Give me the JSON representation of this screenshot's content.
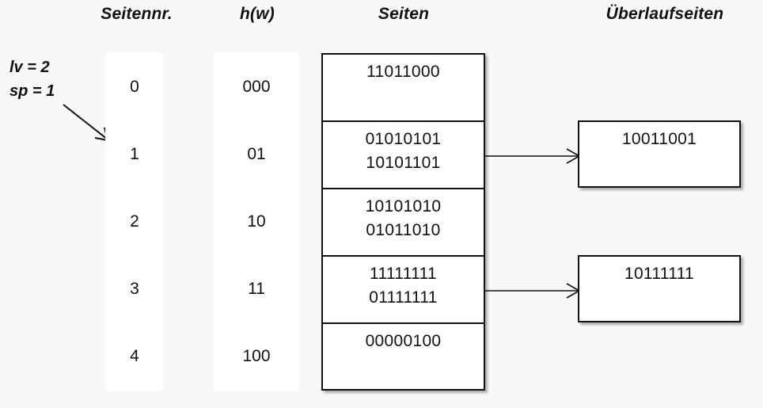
{
  "headers": {
    "seitennr": "Seitennr.",
    "hw": "h(w)",
    "seiten": "Seiten",
    "ueberlaufseiten": "Überlaufseiten"
  },
  "annotation": {
    "lv": "lv = 2",
    "sp": "sp = 1",
    "arrow_icon": "diagonal-arrow-down-right-icon"
  },
  "colors": {
    "background": "#f8f8f8",
    "strip": "#ffffff",
    "ink": "#111111",
    "box_border": "#111111"
  },
  "rows": [
    {
      "seitennr": "0",
      "hw": "000"
    },
    {
      "seitennr": "1",
      "hw": "01"
    },
    {
      "seitennr": "2",
      "hw": "10"
    },
    {
      "seitennr": "3",
      "hw": "11"
    },
    {
      "seitennr": "4",
      "hw": "100"
    }
  ],
  "pages": [
    {
      "records": [
        "11011000"
      ]
    },
    {
      "records": [
        "01010101",
        "10101101"
      ]
    },
    {
      "records": [
        "10101010",
        "01011010"
      ]
    },
    {
      "records": [
        "11111111",
        "01111111"
      ]
    },
    {
      "records": [
        "00000100"
      ]
    }
  ],
  "overflow_pages": [
    {
      "from_page_index": 1,
      "records": [
        "10011001"
      ],
      "arrow_icon": "arrow-right-icon"
    },
    {
      "from_page_index": 3,
      "records": [
        "10111111"
      ],
      "arrow_icon": "arrow-right-icon"
    }
  ]
}
